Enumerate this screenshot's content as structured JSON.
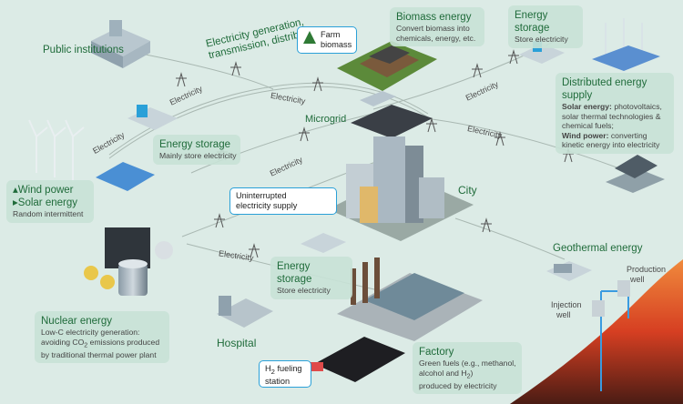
{
  "labels": {
    "public": "Public institutions",
    "gen_line1": "Electricity generation,",
    "gen_line2": "transmission, distribution",
    "microgrid": "Microgrid",
    "city": "City",
    "hospital": "Hospital",
    "electricity": "Electricity"
  },
  "farm_callout": {
    "line1": "Farm",
    "line2": "biomass"
  },
  "ups_callout": {
    "line1": "Uninterrupted",
    "line2": "electricity supply"
  },
  "h2_callout": {
    "sym": "H",
    "sub": "2",
    "line1": " fueling",
    "line2": "station"
  },
  "biomass": {
    "title": "Biomass energy",
    "d1": "Convert biomass into",
    "d2": "chemicals, energy, etc."
  },
  "storage_top": {
    "title": "Energy storage",
    "d1": "Store electricity"
  },
  "storage_mid": {
    "title": "Energy storage",
    "d1": "Mainly store electricity"
  },
  "storage_low": {
    "title": "Energy storage",
    "d1": "Store electricity"
  },
  "distributed": {
    "title": "Distributed energy supply",
    "solar_head": "Solar energy:",
    "solar_1": " photovoltaics,",
    "solar_2": "solar thermal technologies &",
    "solar_3": "chemical fuels;",
    "wind_head": "Wind power:",
    "wind_1": " converting",
    "wind_2": "kinetic energy into electricity"
  },
  "wind_solar": {
    "wind": "Wind power",
    "solar": "Solar energy",
    "d1": "Random intermittent"
  },
  "nuclear": {
    "title": "Nuclear energy",
    "d1": "Low-C electricity generation:",
    "d2a": "avoiding CO",
    "d2sub": "2",
    "d2b": " emissions produced",
    "d3": "by traditional thermal power plant"
  },
  "factory": {
    "title": "Factory",
    "d1": "Green fuels (e.g., methanol,",
    "d2a": "alcohol and H",
    "d2sub": "2",
    "d2b": ")",
    "d3": "produced by electricity"
  },
  "geothermal": {
    "title": "Geothermal energy"
  },
  "wells": {
    "prod1": "Production",
    "prod2": "well",
    "inj1": "Injection",
    "inj2": "well"
  },
  "colors": {
    "green_text": "#1f6b3a",
    "accent_blue": "#2aa0d8",
    "lava": "#e2532a",
    "background": "#dcebe6"
  }
}
